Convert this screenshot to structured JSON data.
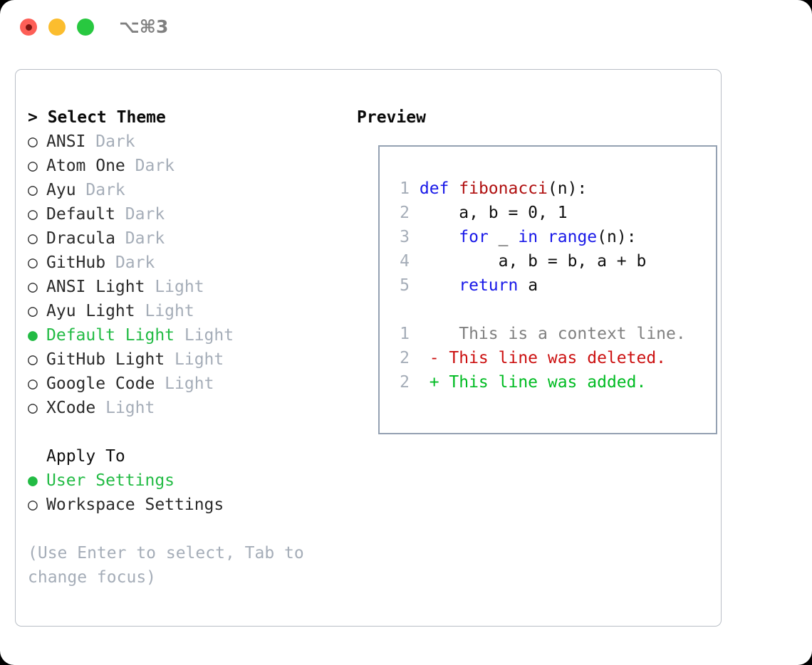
{
  "window": {
    "title": "⌥⌘3",
    "controls": [
      {
        "name": "close",
        "color": "#fd5f57"
      },
      {
        "name": "minimize",
        "color": "#fbbd2e"
      },
      {
        "name": "zoom",
        "color": "#28c840"
      }
    ]
  },
  "theme_picker": {
    "heading": "> Select Theme",
    "marker_selected": "●",
    "marker_unselected": "○",
    "items": [
      {
        "marker": "○",
        "label": "ANSI",
        "variant": "Dark",
        "selected": false
      },
      {
        "marker": "○",
        "label": "Atom One",
        "variant": "Dark",
        "selected": false
      },
      {
        "marker": "○",
        "label": "Ayu",
        "variant": "Dark",
        "selected": false
      },
      {
        "marker": "○",
        "label": "Default",
        "variant": "Dark",
        "selected": false
      },
      {
        "marker": "○",
        "label": "Dracula",
        "variant": "Dark",
        "selected": false
      },
      {
        "marker": "○",
        "label": "GitHub",
        "variant": "Dark",
        "selected": false
      },
      {
        "marker": "○",
        "label": "ANSI Light",
        "variant": "Light",
        "selected": false
      },
      {
        "marker": "○",
        "label": "Ayu Light",
        "variant": "Light",
        "selected": false
      },
      {
        "marker": "●",
        "label": "Default Light",
        "variant": "Light",
        "selected": true
      },
      {
        "marker": "○",
        "label": "GitHub Light",
        "variant": "Light",
        "selected": false
      },
      {
        "marker": "○",
        "label": "Google Code",
        "variant": "Light",
        "selected": false
      },
      {
        "marker": "○",
        "label": "XCode",
        "variant": "Light",
        "selected": false
      }
    ]
  },
  "apply_to": {
    "heading": "Apply To",
    "items": [
      {
        "marker": "●",
        "label": "User Settings",
        "selected": true
      },
      {
        "marker": "○",
        "label": "Workspace Settings",
        "selected": false
      }
    ]
  },
  "hint": "(Use Enter to select, Tab to change focus)",
  "preview": {
    "heading": "Preview",
    "code_lines": [
      {
        "no": "1",
        "tokens": [
          {
            "t": "def ",
            "c": "kw"
          },
          {
            "t": "fibonacci",
            "c": "fn"
          },
          {
            "t": "(n):",
            "c": "plain"
          }
        ]
      },
      {
        "no": "2",
        "tokens": [
          {
            "t": "    a, b = 0, 1",
            "c": "plain"
          }
        ]
      },
      {
        "no": "3",
        "tokens": [
          {
            "t": "    ",
            "c": "plain"
          },
          {
            "t": "for",
            "c": "kw"
          },
          {
            "t": " _ ",
            "c": "plain"
          },
          {
            "t": "in",
            "c": "kw"
          },
          {
            "t": " ",
            "c": "plain"
          },
          {
            "t": "range",
            "c": "kw"
          },
          {
            "t": "(n):",
            "c": "plain"
          }
        ]
      },
      {
        "no": "4",
        "tokens": [
          {
            "t": "        a, b = b, a + b",
            "c": "plain"
          }
        ]
      },
      {
        "no": "5",
        "tokens": [
          {
            "t": "    ",
            "c": "plain"
          },
          {
            "t": "return",
            "c": "kw"
          },
          {
            "t": " a",
            "c": "plain"
          }
        ]
      }
    ],
    "diff_lines": [
      {
        "no": "1",
        "sign": " ",
        "text": "  This is a context line.",
        "kind": "ctx"
      },
      {
        "no": "2",
        "sign": "-",
        "text": " This line was deleted.",
        "kind": "del"
      },
      {
        "no": "2",
        "sign": "+",
        "text": " This line was added.",
        "kind": "add"
      }
    ]
  },
  "colors": {
    "accent_green": "#22bb44",
    "muted": "#a5adb8",
    "keyword_blue": "#1818e8",
    "function_red": "#b01010",
    "diff_delete": "#cc1111",
    "diff_add": "#00bb22",
    "panel_border": "#b9bec6",
    "preview_border": "#94a1b2"
  }
}
